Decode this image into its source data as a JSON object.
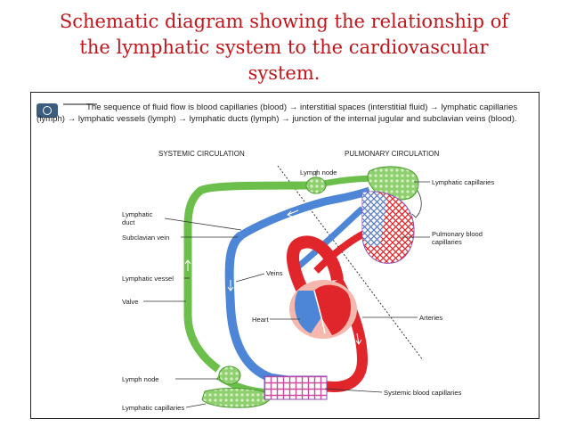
{
  "title": {
    "line1": "Schematic diagram showing the relationship of",
    "line2": "the lymphatic system to the cardiovascular",
    "line3": "system."
  },
  "figure": {
    "caption": "The sequence of fluid flow is blood capillaries (blood) → interstitial spaces (interstitial fluid) → lymphatic capillaries (lymph) → lymphatic vessels (lymph) → lymphatic ducts (lymph) → junction of the internal jugular and subclavian veins (blood).",
    "headers": {
      "systemic": "SYSTEMIC CIRCULATION",
      "pulmonary": "PULMONARY CIRCULATION"
    },
    "labels": {
      "lymph_node_top": "Lymph node",
      "lymphatic_capillaries_top": "Lymphatic capillaries",
      "lymphatic_duct_1": "Lymphatic",
      "lymphatic_duct_2": "duct",
      "subclavian_vein": "Subclavian vein",
      "pulmonary_blood_capillaries_1": "Pulmonary blood",
      "pulmonary_blood_capillaries_2": "capillaries",
      "veins": "Veins",
      "lymphatic_vessel": "Lymphatic vessel",
      "valve": "Valve",
      "heart": "Heart",
      "arteries": "Arteries",
      "lymph_node_bottom": "Lymph node",
      "systemic_blood_capillaries": "Systemic blood capillaries",
      "lymphatic_capillaries_bottom": "Lymphatic capillaries"
    },
    "colors": {
      "artery": "#e0262a",
      "vein": "#4d86d6",
      "lymph": "#6cbf4a",
      "capillary_mix": "#8a4fb8",
      "heart_pericardium": "#f4b8ae"
    }
  }
}
